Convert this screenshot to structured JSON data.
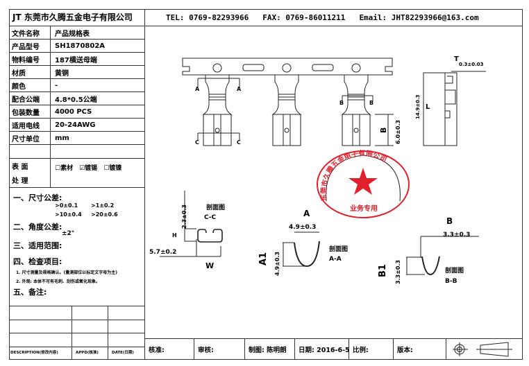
{
  "company_title": "JT 东莞市久腾五金电子有限公司",
  "header": {
    "tel": "TEL: 0769-82293966",
    "fax": "FAX: 0769-86011211",
    "email": "Email: JHT82293966@163.com"
  },
  "spec_table": [
    {
      "label": "文件名称",
      "value": "产品规格表"
    },
    {
      "label": "产品型号",
      "value": "SH1870802A"
    },
    {
      "label": "物料编号",
      "value": "187横送母端"
    },
    {
      "label": "材质",
      "value": "黄铜"
    },
    {
      "label": "颜色",
      "value": "-"
    },
    {
      "label": "配合公端",
      "value": "4.8*0.5公端"
    },
    {
      "label": "包装数量",
      "value": "4000 PCS"
    },
    {
      "label": "适用电线",
      "value": "20-24AWG"
    },
    {
      "label": "尺寸单位",
      "value": "mm"
    }
  ],
  "surface": {
    "label1": "表 面",
    "label2": "处 理",
    "options": [
      {
        "label": "素材",
        "checked": false
      },
      {
        "label": "镀锡",
        "checked": true
      },
      {
        "label": "镀镍",
        "checked": false
      }
    ]
  },
  "notes": {
    "dim_tol_title": "一、尺寸公差:",
    "dim_tol": [
      ">0±0.1",
      ">1±0.2",
      ">10±0.4",
      ">20±0.6"
    ],
    "angle_tol_title": "二、角度公差:",
    "angle_tol": "±2°",
    "scope_title": "三、适用范围:",
    "inspect_title": "四、检查项目:",
    "inspect_items": [
      "1. 尺寸测量及规格确认。(量测部位以标定文字母为主)",
      "2. 外观: 本体不可有毛刺、刮伤或氧化现象。"
    ],
    "remark_title": "五、备注:"
  },
  "revision_headers": [
    "DESCRIPTION(修改内容)",
    "APPD(核准)",
    "DATE(日期)"
  ],
  "drawing": {
    "section_labels": {
      "A": "A",
      "B": "B",
      "C": "C"
    },
    "dim_B": "B",
    "dim_6_0": "6.0±0.3",
    "T": "T",
    "dim_T": "0.3±0.03",
    "L": "L",
    "dim_L": "14.9±0.3",
    "cc_title": "剖面图",
    "cc_sub": "C-C",
    "H": "H",
    "dim_H": "2.3±0.3",
    "W": "W",
    "dim_W": "5.7±0.2",
    "aa_top": "A",
    "aa_width": "4.9±0.3",
    "A1": "A1",
    "aa_height": "4.9±0.3",
    "aa_title": "剖面图",
    "aa_sub": "A-A",
    "bb_top": "B",
    "bb_width": "3.3±0.3",
    "B1": "B1",
    "bb_height": "3.3±0.3",
    "bb_title": "剖面图",
    "bb_sub": "B-B"
  },
  "stamp": {
    "text": "东莞市久腾五金电子有限公司",
    "bottom": "业务专用",
    "color": "#e0202a"
  },
  "footer": {
    "approve": "核准:",
    "review": "审核:",
    "drawn": "制图: 陈明朗",
    "date": "日期: 2016-6-5",
    "scale": "比例:",
    "version": "版本:"
  }
}
